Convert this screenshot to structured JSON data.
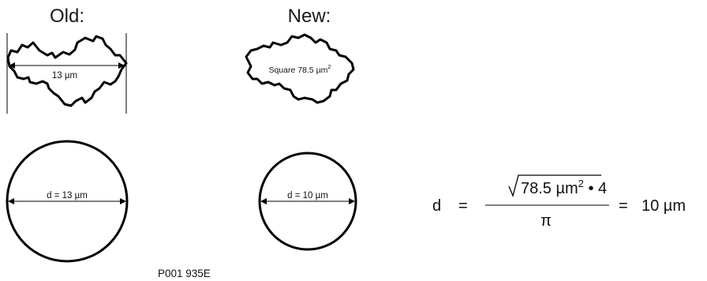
{
  "old_section": {
    "heading": "Old:",
    "particle_label": "13 µm",
    "circle_label": "d = 13 µm"
  },
  "new_section": {
    "heading": "New:",
    "particle_label_main": "Square 78.5 µm",
    "particle_label_sup": "2",
    "circle_label": "d = 10 µm"
  },
  "formula": {
    "lhs": "d",
    "equals_1": "=",
    "numerator_main": "78.5 µm",
    "numerator_sup": "2",
    "numerator_tail": " • 4",
    "denominator": "π",
    "equals_2": "=",
    "result": "10 µm"
  },
  "reference_code": "P001 935E"
}
